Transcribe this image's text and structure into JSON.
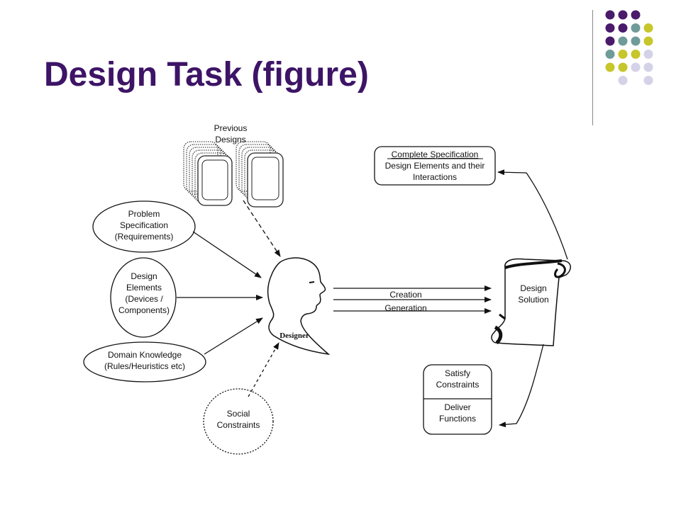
{
  "slide": {
    "title": "Design Task (figure)"
  },
  "colors": {
    "title": "#3d1466",
    "dot_purple": "#4a1a6b",
    "dot_teal": "#6f9b98",
    "dot_lime": "#c7c62a",
    "dot_lavender": "#d4d2e8"
  },
  "diagram": {
    "previous_designs": {
      "line1": "Previous",
      "line2": "Designs"
    },
    "problem_spec": {
      "line1": "Problem",
      "line2": "Specification",
      "line3": "(Requirements)"
    },
    "design_elements": {
      "line1": "Design",
      "line2": "Elements",
      "line3": "(Devices /",
      "line4": "Components)"
    },
    "domain_knowledge": {
      "line1": "Domain Knowledge",
      "line2": "(Rules/Heuristics etc)"
    },
    "social_constraints": {
      "line1": "Social",
      "line2": "Constraints"
    },
    "designer": {
      "label": "Designer"
    },
    "creation_label": "Creation",
    "generation_label": "Generation",
    "design_solution": {
      "line1": "Design",
      "line2": "Solution"
    },
    "complete_spec": {
      "line1": "Complete Specification",
      "line2": "Design Elements and their",
      "line3": "Interactions"
    },
    "constraints_box": {
      "line1": "Satisfy",
      "line2": "Constraints",
      "line3": "Deliver",
      "line4": "Functions"
    }
  }
}
